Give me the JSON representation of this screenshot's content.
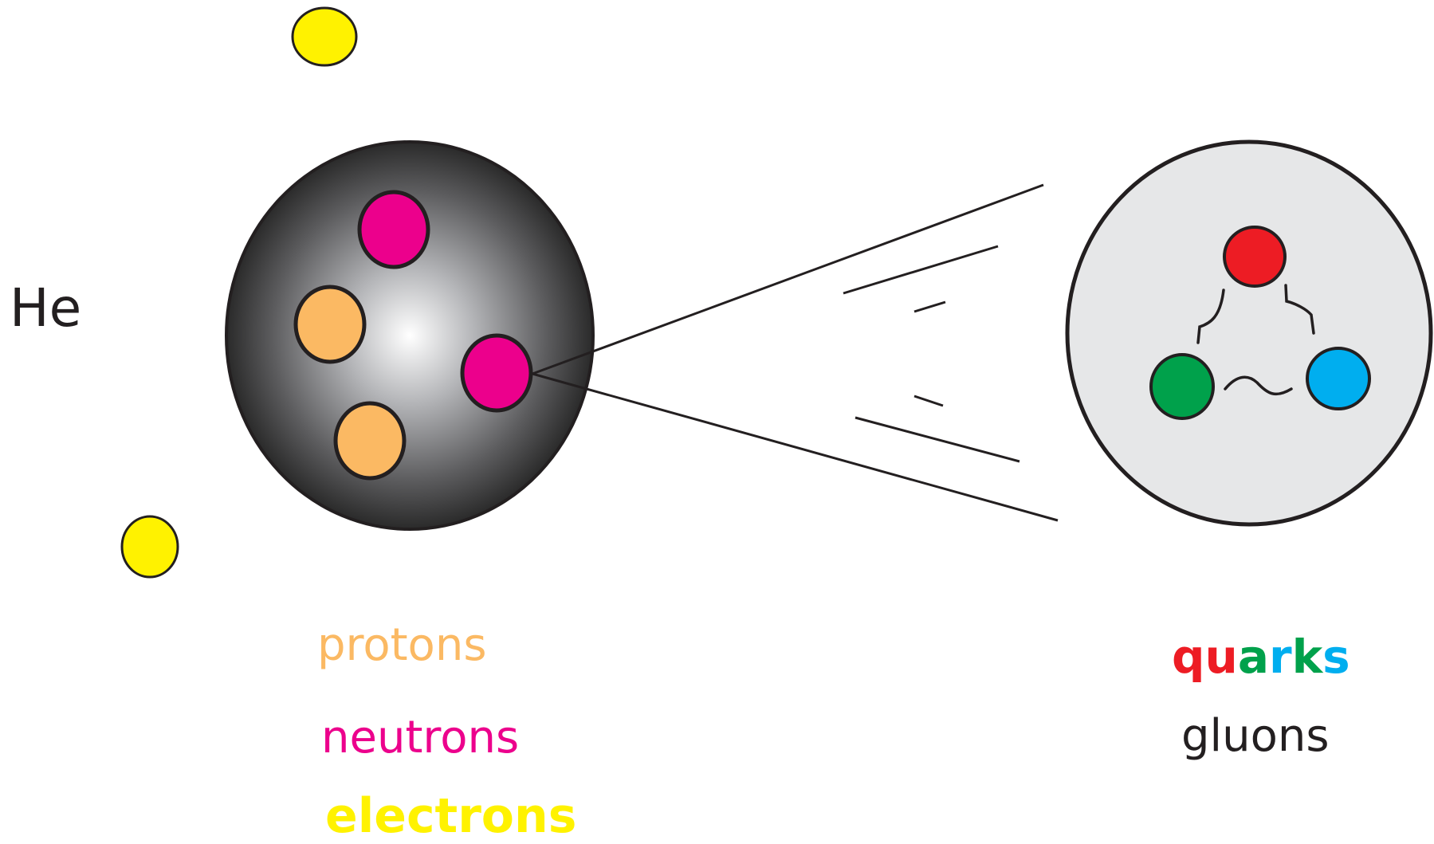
{
  "element_symbol": "He",
  "labels": {
    "protons": "protons",
    "neutrons": "neutrons",
    "electrons": "electrons",
    "gluons": "gluons"
  },
  "quarks_word": [
    {
      "text": "q",
      "color": "#ed1c24"
    },
    {
      "text": "u",
      "color": "#ed1c24"
    },
    {
      "text": "a",
      "color": "#00a14b"
    },
    {
      "text": "r",
      "color": "#00aeef"
    },
    {
      "text": "k",
      "color": "#00a14b"
    },
    {
      "text": "s",
      "color": "#00aeef"
    }
  ],
  "colors": {
    "proton": "#fbb963",
    "neutron": "#ec008c",
    "electron": "#fff200",
    "quark_red": "#ed1c24",
    "quark_green": "#00a14b",
    "quark_blue": "#00aeef",
    "outline": "#231f20",
    "zoom_disc": "#e6e7e8"
  },
  "counts": {
    "protons": 2,
    "neutrons": 2,
    "electrons": 2,
    "quarks": 3
  }
}
